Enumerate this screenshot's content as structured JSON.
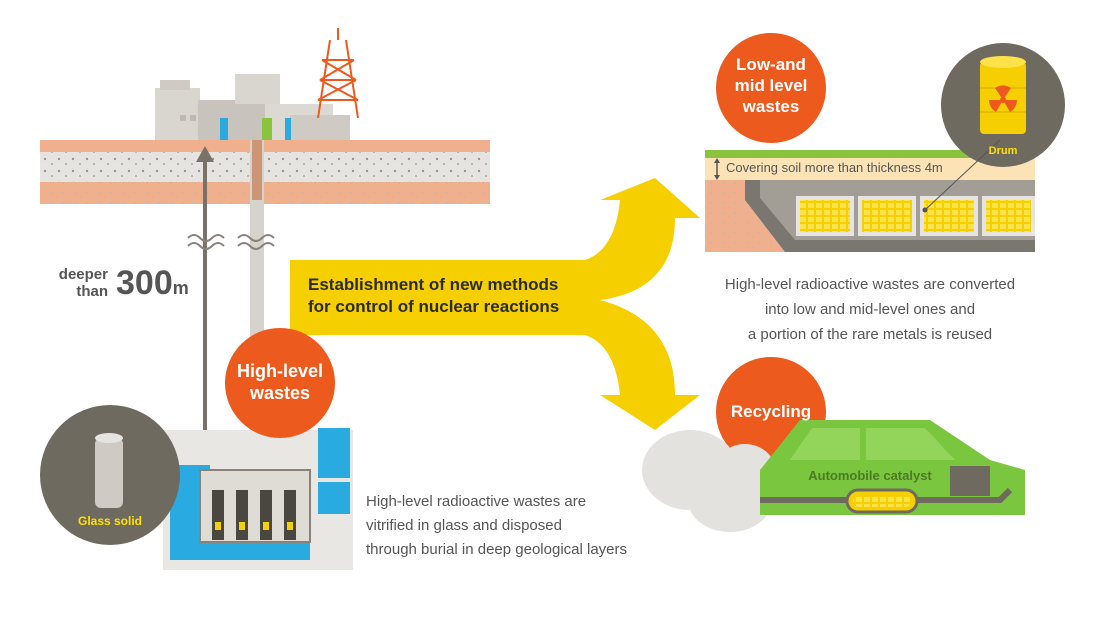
{
  "labels": {
    "deeper": "deeper",
    "than": "than",
    "depth_value": "300",
    "depth_unit": "m",
    "glass_solid": "Glass solid",
    "high_level_line1": "High-level",
    "high_level_line2": "wastes",
    "high_level_desc": [
      "High-level radioactive wastes are",
      "vitrified in glass and disposed",
      "through burial in deep geological layers"
    ],
    "center_line1": "Establishment of new methods",
    "center_line2": "for control of nuclear reactions",
    "low_mid_line1": "Low-and",
    "low_mid_line2": "mid level",
    "low_mid_line3": "wastes",
    "drum": "Drum",
    "covering_soil": "Covering soil more than thickness 4m",
    "low_mid_desc": [
      "High-level radioactive wastes are converted",
      "into low and mid-level ones and",
      "a portion of the rare metals is reused"
    ],
    "recycling": "Recycling",
    "automobile_catalyst": "Automobile catalyst"
  },
  "colors": {
    "orange_circle": "#ec5a1e",
    "yellow_arrow": "#f6cf00",
    "soil_orange": "#f1b08d",
    "soil_gray": "#e6e4e0",
    "repository_blue": "#29abe2",
    "car_green": "#7bc63f",
    "dark_circle": "#6f6a60",
    "gray_text": "#555555"
  }
}
